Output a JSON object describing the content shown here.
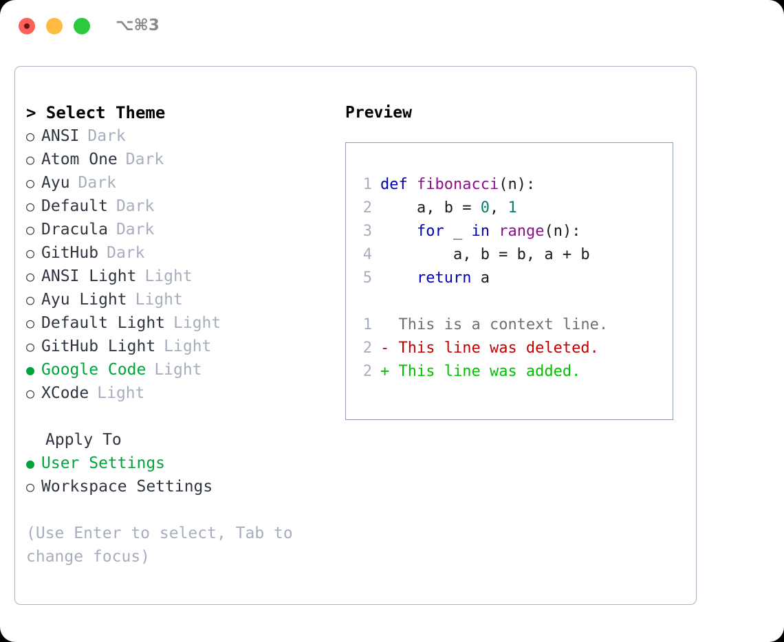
{
  "window": {
    "title": "⌥⌘3",
    "traffic_lights": [
      {
        "name": "close",
        "color": "#fc6058"
      },
      {
        "name": "minimize",
        "color": "#fdbc40"
      },
      {
        "name": "maximize",
        "color": "#2bc940"
      }
    ]
  },
  "theme_picker": {
    "title": "> Select Theme",
    "items": [
      {
        "marker": "○",
        "name": "ANSI",
        "kind": "Dark",
        "selected": false
      },
      {
        "marker": "○",
        "name": "Atom One",
        "kind": "Dark",
        "selected": false
      },
      {
        "marker": "○",
        "name": "Ayu",
        "kind": "Dark",
        "selected": false
      },
      {
        "marker": "○",
        "name": "Default",
        "kind": "Dark",
        "selected": false
      },
      {
        "marker": "○",
        "name": "Dracula",
        "kind": "Dark",
        "selected": false
      },
      {
        "marker": "○",
        "name": "GitHub",
        "kind": "Dark",
        "selected": false
      },
      {
        "marker": "○",
        "name": "ANSI Light",
        "kind": "Light",
        "selected": false
      },
      {
        "marker": "○",
        "name": "Ayu Light",
        "kind": "Light",
        "selected": false
      },
      {
        "marker": "○",
        "name": "Default Light",
        "kind": "Light",
        "selected": false
      },
      {
        "marker": "○",
        "name": "GitHub Light",
        "kind": "Light",
        "selected": false
      },
      {
        "marker": "●",
        "name": "Google Code",
        "kind": "Light",
        "selected": true
      },
      {
        "marker": "○",
        "name": "XCode",
        "kind": "Light",
        "selected": false
      }
    ]
  },
  "apply_to": {
    "title": "Apply To",
    "items": [
      {
        "marker": "●",
        "name": "User Settings",
        "selected": true
      },
      {
        "marker": "○",
        "name": "Workspace Settings",
        "selected": false
      }
    ]
  },
  "hint": "(Use Enter to select, Tab to change focus)",
  "preview": {
    "title": "Preview",
    "code_lines": [
      {
        "no": "1",
        "tokens": [
          {
            "t": "def",
            "c": "kw"
          },
          {
            "t": " ",
            "c": "pl"
          },
          {
            "t": "fibonacci",
            "c": "fn"
          },
          {
            "t": "(n):",
            "c": "pl"
          }
        ]
      },
      {
        "no": "2",
        "tokens": [
          {
            "t": "    a, b = ",
            "c": "pl"
          },
          {
            "t": "0",
            "c": "num"
          },
          {
            "t": ", ",
            "c": "pl"
          },
          {
            "t": "1",
            "c": "num"
          }
        ]
      },
      {
        "no": "3",
        "tokens": [
          {
            "t": "    ",
            "c": "pl"
          },
          {
            "t": "for",
            "c": "kw"
          },
          {
            "t": " _ ",
            "c": "pl"
          },
          {
            "t": "in",
            "c": "kw"
          },
          {
            "t": " ",
            "c": "pl"
          },
          {
            "t": "range",
            "c": "fn"
          },
          {
            "t": "(n):",
            "c": "pl"
          }
        ]
      },
      {
        "no": "4",
        "tokens": [
          {
            "t": "        a, b = b, a + b",
            "c": "pl"
          }
        ]
      },
      {
        "no": "5",
        "tokens": [
          {
            "t": "    ",
            "c": "pl"
          },
          {
            "t": "return",
            "c": "kw"
          },
          {
            "t": " a",
            "c": "pl"
          }
        ]
      }
    ],
    "diff_lines": [
      {
        "no": "1",
        "sign": " ",
        "text": "This is a context line.",
        "kind": "diff-ctx"
      },
      {
        "no": "2",
        "sign": "-",
        "text": "This line was deleted.",
        "kind": "diff-del"
      },
      {
        "no": "2",
        "sign": "+",
        "text": "This line was added.",
        "kind": "diff-add"
      }
    ]
  },
  "colors": {
    "accent_green": "#00a33c",
    "keyword_blue": "#0000b3",
    "function_magenta": "#8b0f8b",
    "number_teal": "#0b7a72",
    "muted_gray": "#a6aebd",
    "diff_delete": "#c20000",
    "diff_add": "#00c000",
    "panel_border": "#a8b2c1",
    "preview_border": "#8d99ae"
  }
}
